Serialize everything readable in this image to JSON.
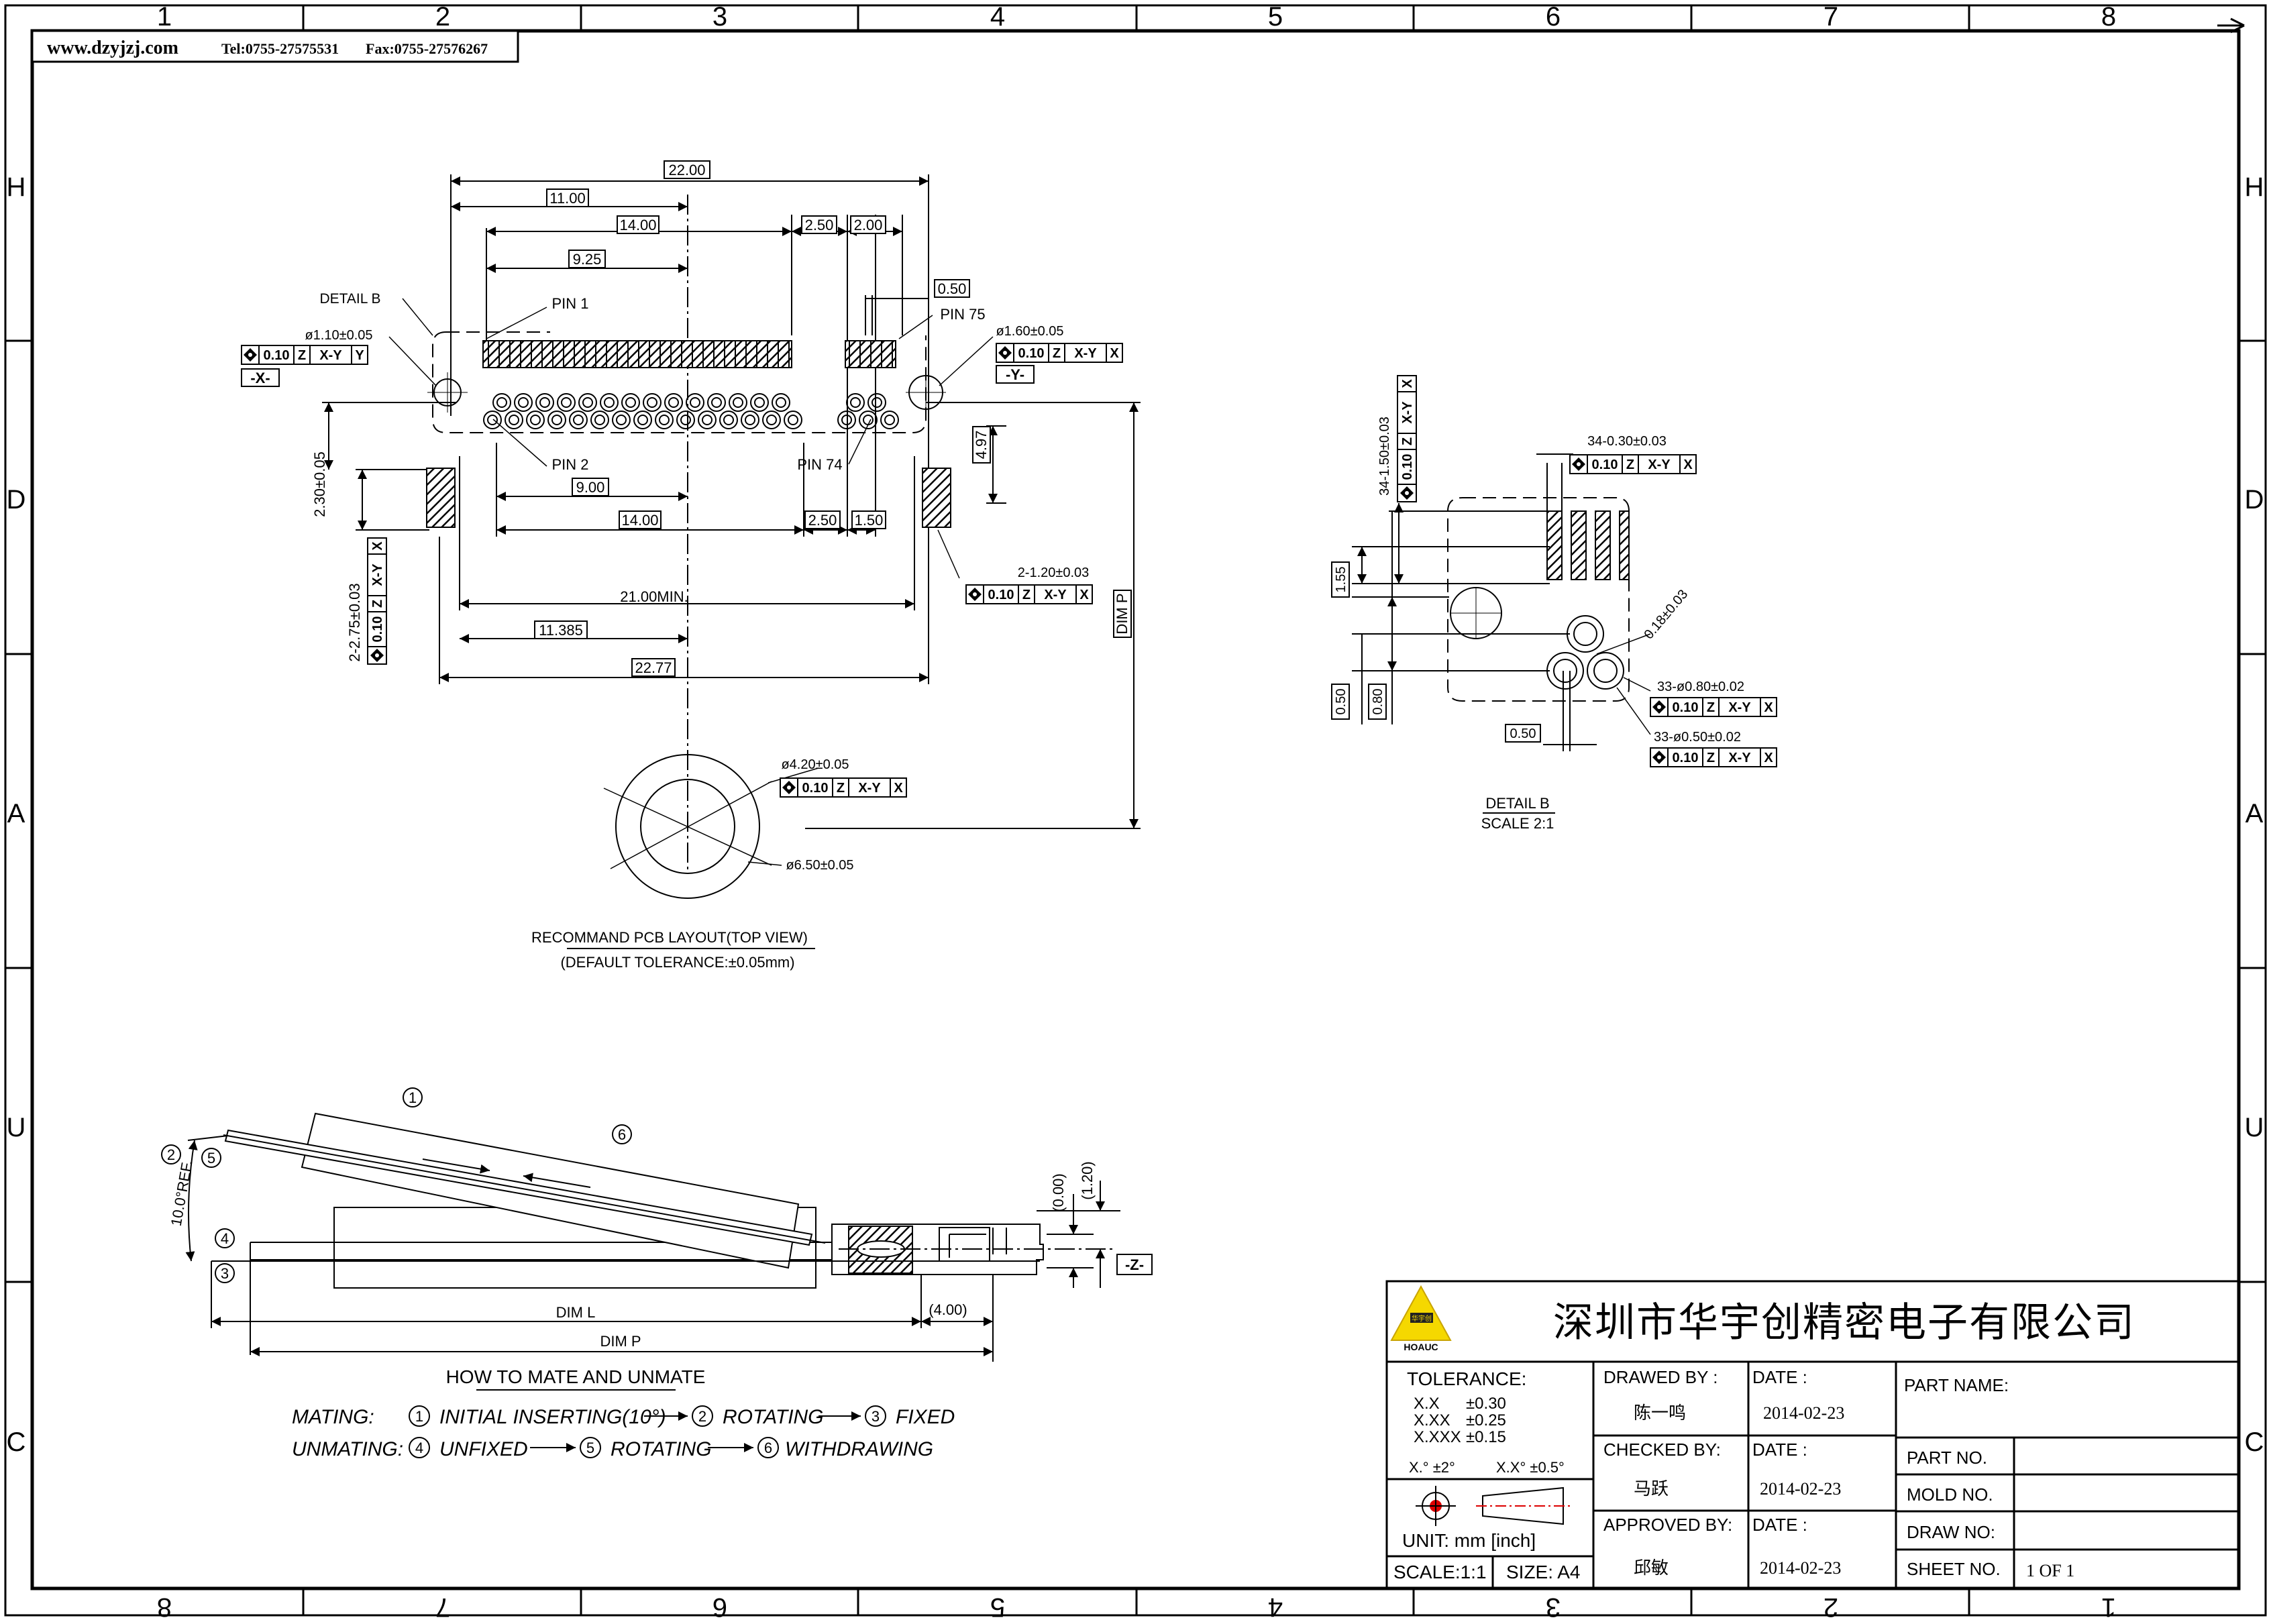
{
  "header": {
    "website": "www.dzyjzj.com",
    "tel": "Tel:0755-27575531",
    "fax": "Fax:0755-27576267"
  },
  "frame": {
    "top_columns": [
      "1",
      "2",
      "3",
      "4",
      "5",
      "6",
      "7",
      "8"
    ],
    "bottom_columns": [
      "8",
      "7",
      "6",
      "5",
      "4",
      "3",
      "2",
      "1"
    ],
    "row_letters": [
      "H",
      "D",
      "A",
      "U",
      "C"
    ]
  },
  "pcb_layout": {
    "dims": {
      "d2200": "22.00",
      "d1100": "11.00",
      "d1400_top": "14.00",
      "d925": "9.25",
      "d250_top": "2.50",
      "d200_top": "2.00",
      "d050": "0.50",
      "d900": "9.00",
      "d1400_bot": "14.00",
      "d250_bot": "2.50",
      "d150": "1.50",
      "d497": "4.97",
      "d2100": "21.00MIN.",
      "d11385": "11.385",
      "d2277": "22.77",
      "d230": "2.30±0.05",
      "dimp": "DIM P",
      "d110": "ø1.10±0.05",
      "d160": "ø1.60±0.05",
      "d120": "2-1.20±0.03",
      "d275": "2-2.75±0.03",
      "d420": "ø4.20±0.05",
      "d650": "ø6.50±0.05"
    },
    "labels": {
      "detail_b": "DETAIL B",
      "pin1": "PIN 1",
      "pin2": "PIN 2",
      "pin74": "PIN 74",
      "pin75": "PIN 75",
      "datum_x": "-X-",
      "datum_y": "-Y-"
    },
    "tol_a": [
      "0.10",
      "Z",
      "X-Y",
      "Y"
    ],
    "tol_b": [
      "0.10",
      "Z",
      "X-Y",
      "X"
    ],
    "caption1": "RECOMMAND PCB LAYOUT(TOP VIEW)",
    "caption2": "(DEFAULT TOLERANCE:±0.05mm)"
  },
  "detail_b": {
    "dims": {
      "d34_030": "34-0.30±0.03",
      "d34_150": "34-1.50±0.03",
      "d155": "1.55",
      "d050a": "0.50",
      "d080": "0.80",
      "d050b": "0.50",
      "d018": "0.18±0.03",
      "d33_080": "33-ø0.80±0.02",
      "d33_050": "33-ø0.50±0.02"
    },
    "tol": [
      "0.10",
      "Z",
      "X-Y",
      "X"
    ],
    "caption1": "DETAIL B",
    "caption2": "SCALE 2:1"
  },
  "mating": {
    "dims": {
      "d000": "(0.00)",
      "d120": "(1.20)",
      "d400": "(4.00)",
      "diml": "DIM L",
      "dimp": "DIM P",
      "d10ref": "10.0°REF.",
      "datum_z": "-Z-"
    },
    "steps": [
      "1",
      "2",
      "3",
      "4",
      "5",
      "6"
    ],
    "title": "HOW TO MATE AND UNMATE",
    "mating_label": "MATING:",
    "unmating_label": "UNMATING:",
    "mating_steps": [
      "INITIAL INSERTING(10°)",
      "ROTATING",
      "FIXED"
    ],
    "unmating_steps": [
      "UNFIXED",
      "ROTATING",
      "WITHDRAWING"
    ]
  },
  "title_block": {
    "company": "深圳市华宇创精密电子有限公司",
    "logo_text": "华宇创",
    "logo_name": "HOAUC",
    "tolerance_label": "TOLERANCE:",
    "tolerances": [
      {
        "k": "X.X",
        "v": "±0.30"
      },
      {
        "k": "X.XX",
        "v": "±0.25"
      },
      {
        "k": "X.XXX",
        "v": "±0.15"
      }
    ],
    "angle_tol_1": "X.° ±2°",
    "angle_tol_2": "X.X° ±0.5°",
    "unit": "UNIT: mm [inch]",
    "scale": "SCALE:1:1",
    "size": "SIZE: A4",
    "drawn_by_label": "DRAWED BY :",
    "drawn_by": "陈一鸣",
    "checked_by_label": "CHECKED BY:",
    "checked_by": "马跃",
    "approved_by_label": "APPROVED BY:",
    "approved_by": "邱敏",
    "date_label": "DATE :",
    "date1": "2014-02-23",
    "date2": "2014-02-23",
    "date3": "2014-02-23",
    "part_name_label": "PART NAME:",
    "part_no_label": "PART NO.",
    "mold_no_label": "MOLD NO.",
    "draw_no_label": "DRAW NO:",
    "sheet_no_label": "SHEET NO.",
    "sheet_no": "1 OF 1"
  }
}
